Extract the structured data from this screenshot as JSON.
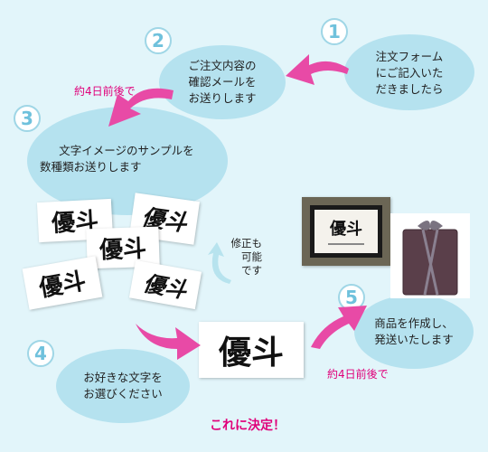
{
  "steps": [
    {
      "number": "1",
      "text_lines": [
        "注文フォーム",
        "にご記入いた",
        "だきましたら"
      ]
    },
    {
      "number": "2",
      "text_lines": [
        "ご注文内容の",
        "確認メールを",
        "お送りします"
      ]
    },
    {
      "number": "3",
      "text_lines": [
        "文字イメージのサンプルを",
        "数種類お送りします"
      ]
    },
    {
      "number": "4",
      "text_lines": [
        "お好きな文字を",
        "お選びください"
      ]
    },
    {
      "number": "5",
      "text_lines": [
        "商品を作成し、",
        "発送いたします"
      ]
    }
  ],
  "timing_labels": [
    "約4日前後で",
    "約4日前後で"
  ],
  "revision_note": [
    "修正も",
    "可能",
    "です"
  ],
  "calligraphy_text": "優斗",
  "final_label": "これに決定！",
  "colors": {
    "bubble": "#b5e2ef",
    "accent": "#e0007a",
    "background": "#e2f5fa",
    "number_ring": "#9fd6e6"
  }
}
